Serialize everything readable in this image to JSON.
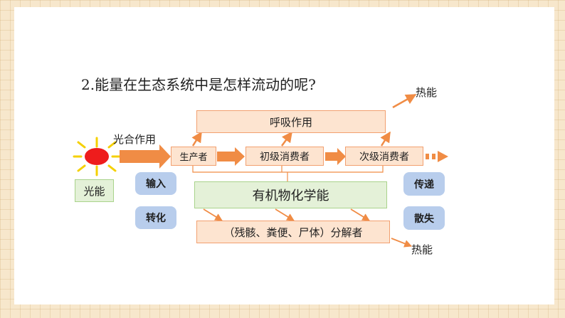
{
  "heading": "2.能量在生态系统中是怎样流动的呢?",
  "heat_top": "热能",
  "heat_bottom": "热能",
  "photosynthesis": "光合作用",
  "respiration": "呼吸作用",
  "producer": "生产者",
  "primary_consumer": "初级消费者",
  "secondary_consumer": "次级消费者",
  "organic_energy": "有机物化学能",
  "decomposer": "（残骸、粪便、尸体）分解者",
  "light_energy": "光能",
  "tags_left": {
    "input": "输入",
    "transform": "转化"
  },
  "tags_right": {
    "transfer": "传递",
    "dissipate": "散失"
  },
  "colors": {
    "arrow": "#f08c45",
    "sun_core": "#ee1c1c",
    "sun_rays": "#f5d000",
    "orange_box": "#fde4d0",
    "green_box": "#e4f1d8",
    "blue_tag": "#b8cdec"
  }
}
